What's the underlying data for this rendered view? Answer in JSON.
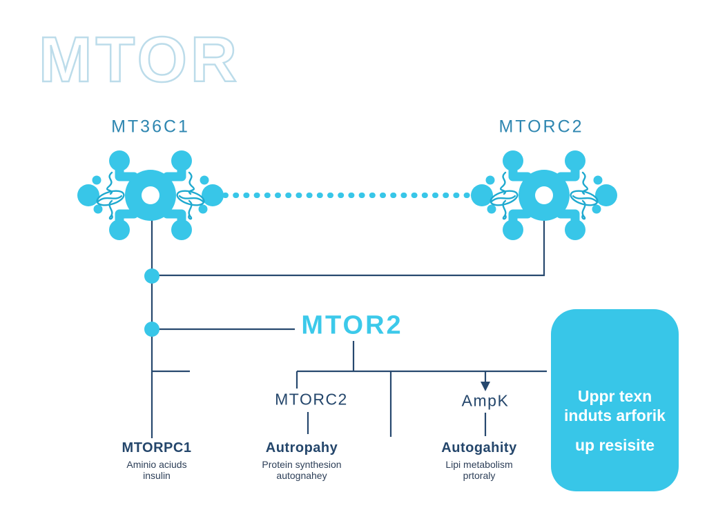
{
  "page": {
    "title": "MTOR"
  },
  "colors": {
    "accent_cyan": "#38c6e8",
    "hub_text_cyan": "#3cc9ea",
    "line_navy": "#26486e",
    "label_teal": "#2e86b0",
    "title_outline": "#bcdcea",
    "box_text": "#ffffff",
    "background": "#ffffff"
  },
  "diagram": {
    "top_labels": {
      "left": "MT36C1",
      "right": "MTORC2"
    },
    "hub_label": "MTOR2",
    "branch_labels": {
      "mtorc2": "MTORC2",
      "ampk": "AmpK"
    },
    "bottom_groups": [
      {
        "heading": "MTORPC1",
        "sub": [
          "Aminio aciuds",
          "insulin"
        ]
      },
      {
        "heading": "Autropahy",
        "sub": [
          "Protein synthesion",
          "autognahey"
        ]
      },
      {
        "heading": "Autogahity",
        "sub": [
          "Lipi metabolism",
          "prtoraly"
        ]
      }
    ],
    "side_box": {
      "lines": [
        "Uppr texn",
        "induts arforik",
        "up resisite"
      ]
    },
    "icons": [
      "protein-complex-icon",
      "dotted-connector",
      "arrow-down-icon"
    ]
  }
}
